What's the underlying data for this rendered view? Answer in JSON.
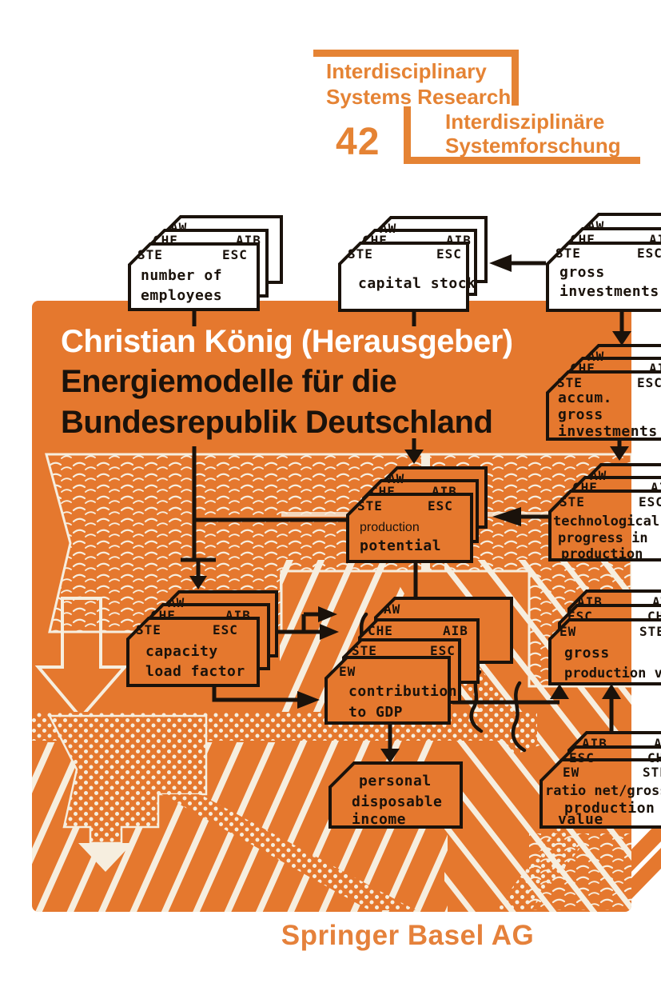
{
  "series": {
    "line1": "Interdisciplinary",
    "line2": "Systems Research",
    "line3": "Interdisziplinäre",
    "line4": "Systemforschung",
    "number": "42",
    "color": "#E58334"
  },
  "title": {
    "author": "Christian König (Herausgeber)",
    "line1": "Energiemodelle für die",
    "line2": "Bundesrepublik Deutschland"
  },
  "publisher": {
    "name": "Springer Basel AG"
  },
  "colors": {
    "panel_orange": "#E5782E",
    "ink_black": "#1A120B",
    "texture_cream": "#F6EEDF",
    "title_white": "#FFFFFF"
  },
  "diagram": {
    "boxes": [
      {
        "id": "number-of-employees",
        "tabs": [
          "AW",
          "CHE",
          "AIB",
          "STE",
          "ESC"
        ],
        "lines": [
          "number of",
          "employees"
        ]
      },
      {
        "id": "capital-stock",
        "tabs": [
          "AW",
          "CHE",
          "AIB",
          "STE",
          "ESC"
        ],
        "lines": [
          "capital stock"
        ]
      },
      {
        "id": "gross-investments",
        "tabs": [
          "AW",
          "CHE",
          "AIB",
          "STE",
          "ESC"
        ],
        "lines": [
          "gross",
          "investments"
        ]
      },
      {
        "id": "accum-gross-investments",
        "tabs": [
          "AW",
          "CHE",
          "AIB",
          "STE",
          "ESC"
        ],
        "lines": [
          "accum.",
          "gross",
          "investments"
        ]
      },
      {
        "id": "production-potential",
        "tabs": [
          "AW",
          "CHE",
          "AIB",
          "STE",
          "ESC"
        ],
        "lines": [
          "production",
          "potential"
        ]
      },
      {
        "id": "technological-progress-in-production",
        "tabs": [
          "AW",
          "CHE",
          "AIB",
          "STE",
          "ESC"
        ],
        "lines": [
          "technological",
          "progress in",
          "production"
        ]
      },
      {
        "id": "capacity-load-factor",
        "tabs": [
          "AW",
          "CHE",
          "AIB",
          "STE",
          "ESC"
        ],
        "lines": [
          "capacity",
          "load factor"
        ]
      },
      {
        "id": "contribution-to-gdp",
        "tabs": [
          "AW",
          "CHE",
          "AIB",
          "STE",
          "ESC",
          "EW"
        ],
        "lines": [
          "contribution",
          "to GDP"
        ]
      },
      {
        "id": "personal-disposable-income",
        "tabs": [],
        "lines": [
          "personal",
          "disposable",
          "income"
        ]
      },
      {
        "id": "gross-production-value",
        "tabs": [
          "AIB",
          "ESC",
          "EW",
          "AW",
          "CHE",
          "STE"
        ],
        "lines": [
          "gross",
          "production value"
        ]
      },
      {
        "id": "ratio-net-gross-production-value",
        "tabs": [
          "AIB",
          "ESC",
          "EW",
          "AW",
          "CHE",
          "STE"
        ],
        "lines": [
          "ratio net/gross",
          "production",
          "value"
        ]
      }
    ]
  }
}
